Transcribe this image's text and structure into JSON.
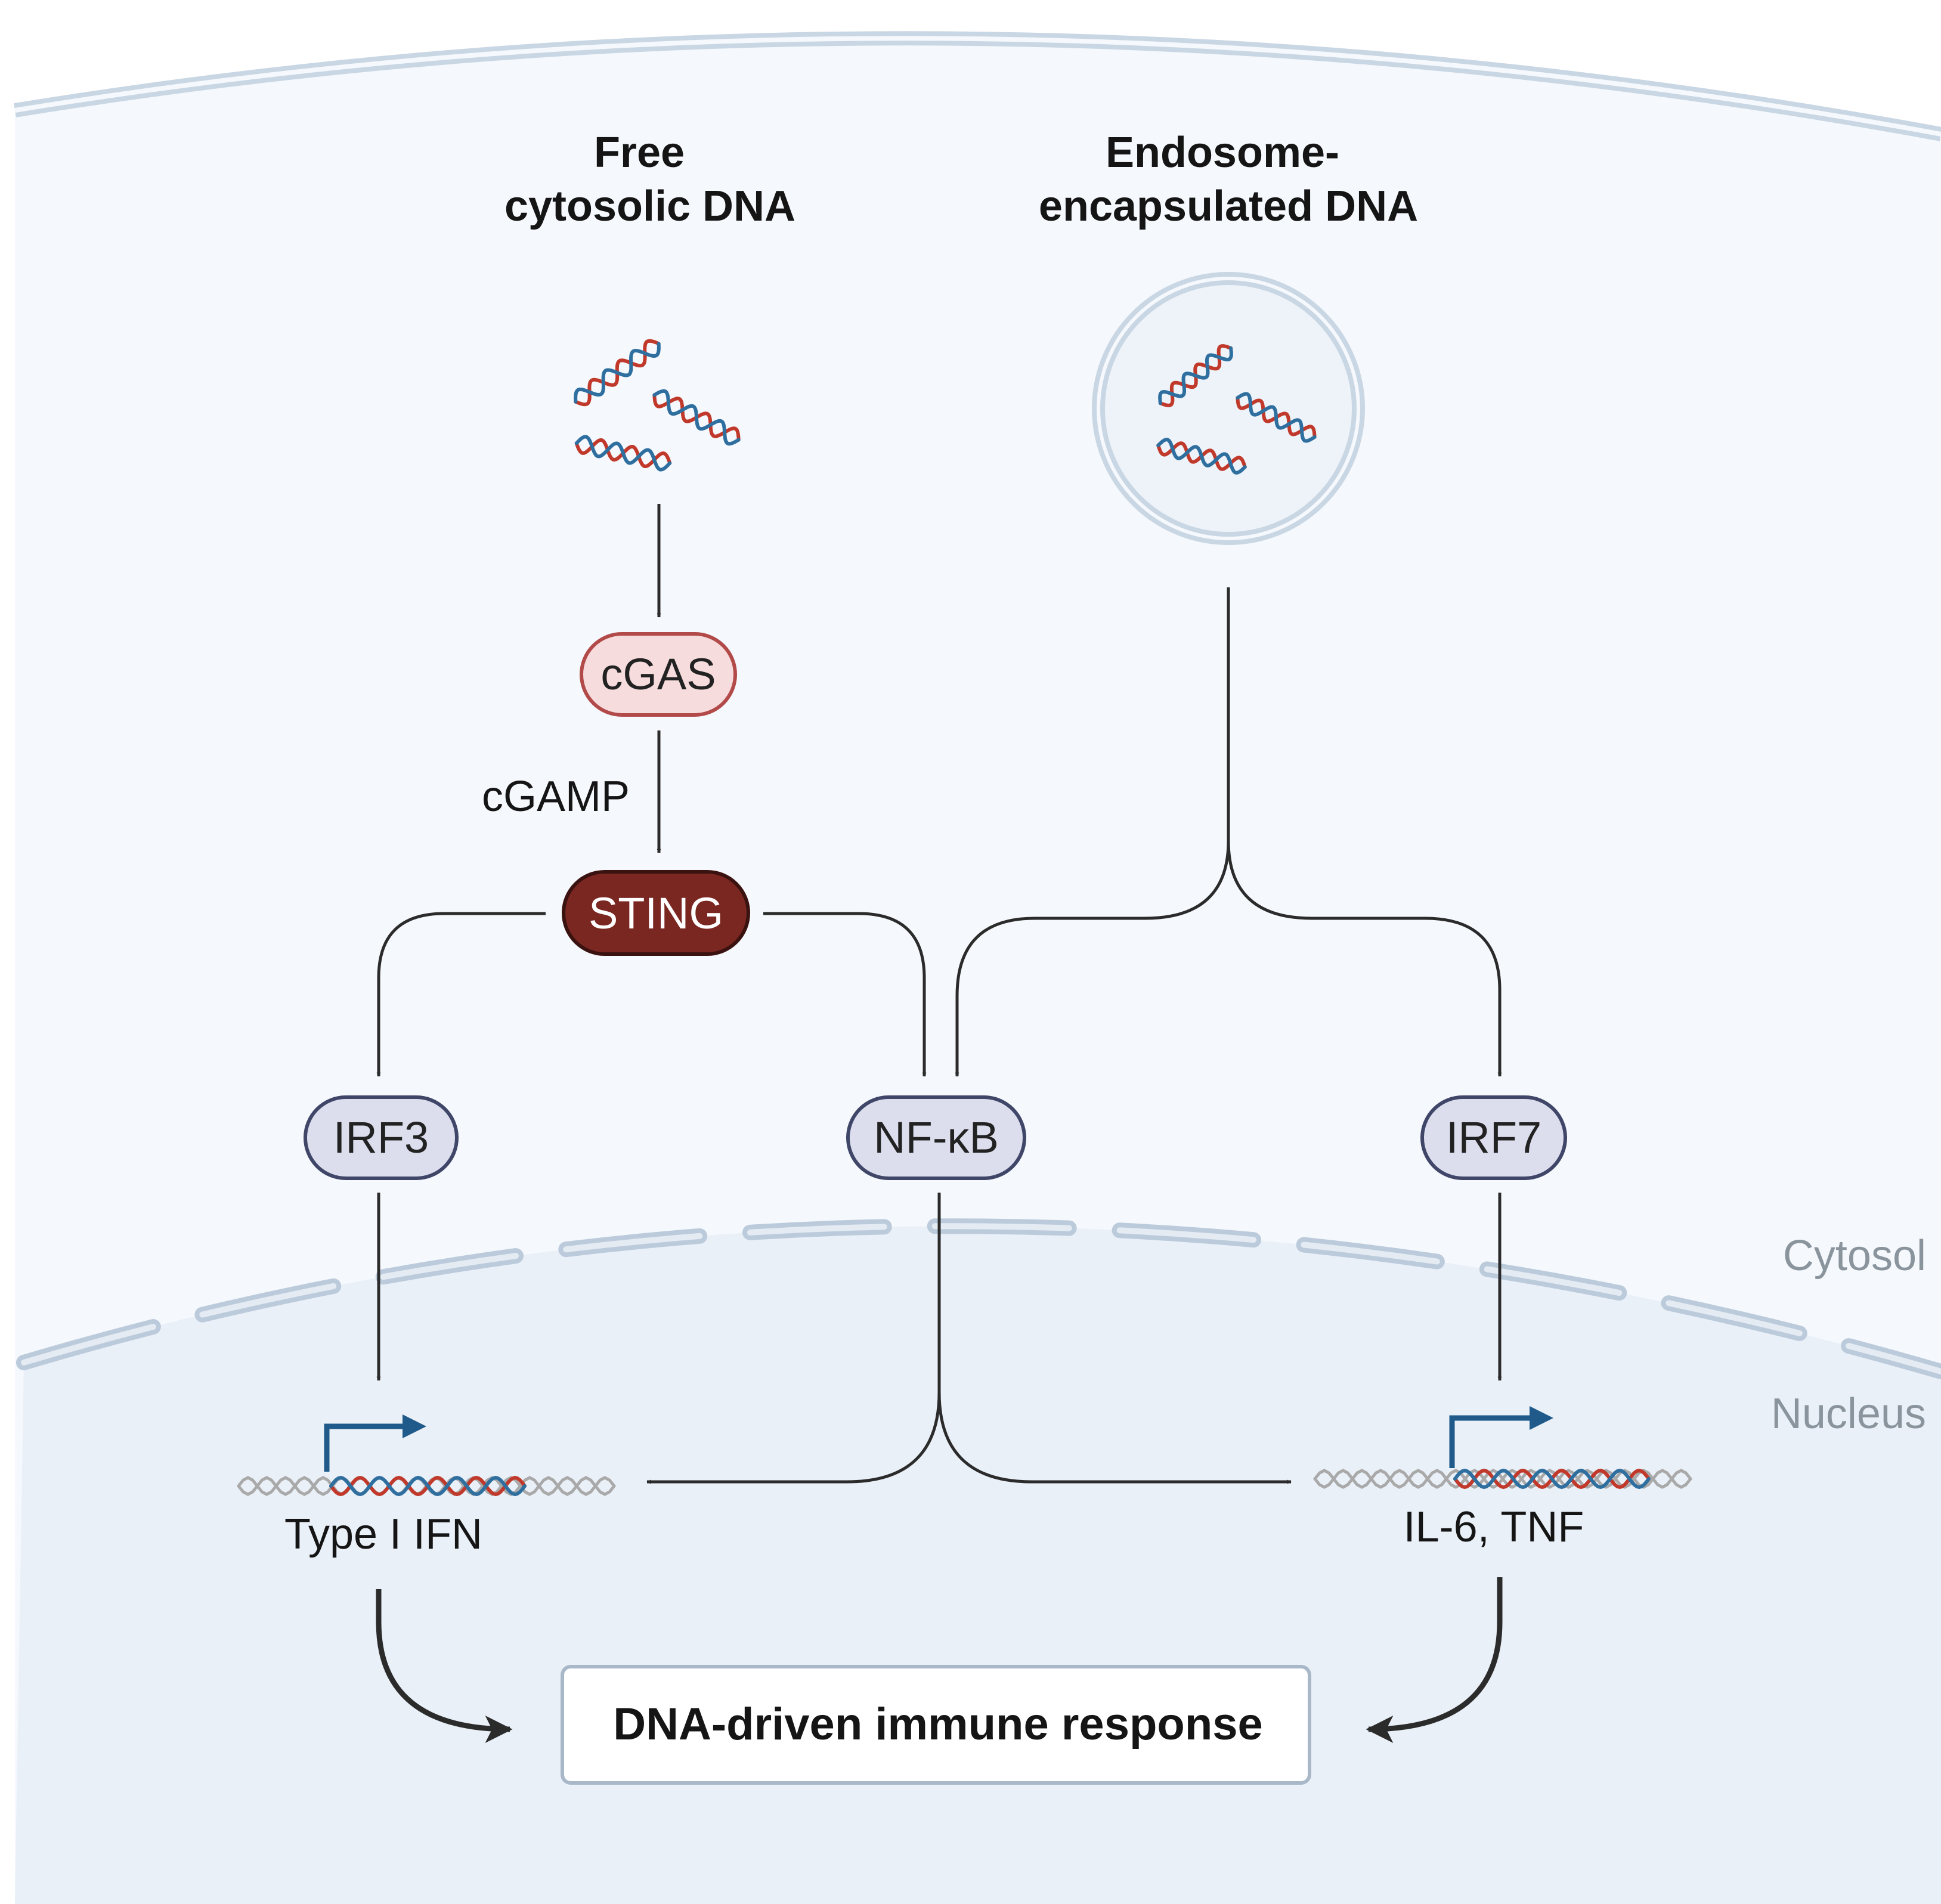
{
  "headings": {
    "free_dna": [
      "Free",
      "cytosolic DNA"
    ],
    "endosome_dna": [
      "Endosome-",
      "encapsulated DNA"
    ]
  },
  "nodes": {
    "cgas": "cGAS",
    "sting": "STING",
    "irf3": "IRF3",
    "nfkb": "NF-κB",
    "irf7": "IRF7"
  },
  "labels": {
    "cgamp": "cGAMP",
    "cytosol": "Cytosol",
    "nucleus": "Nucleus",
    "gene_left": "Type I IFN",
    "gene_right": "IL-6, TNF",
    "outcome": "DNA-driven immune response"
  },
  "colors": {
    "cytosol_fill": "#f5f8fc",
    "nucleus_fill": "#eaf0f8",
    "membrane": "#c9d6e3",
    "cgas_fill": "#f6dcdc",
    "cgas_stroke": "#b24a4a",
    "sting_fill": "#7a2621",
    "tf_fill": "#dcdeee",
    "tf_stroke": "#3f4668",
    "dna_red": "#c0392b",
    "dna_blue": "#2f6f9f",
    "promoter": "#1f5a8a"
  }
}
